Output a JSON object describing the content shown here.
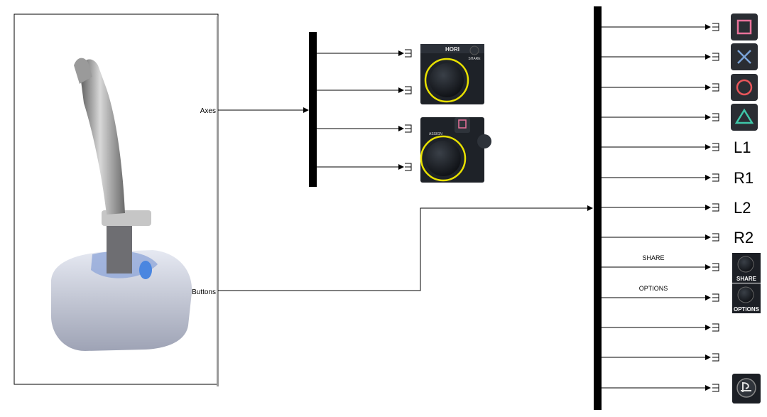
{
  "joystick_block": {
    "ports": [
      "Axes",
      "Buttons"
    ]
  },
  "axes_demux": {
    "outputs": [
      {
        "icon": "right-stick-image-icon"
      },
      {
        "icon": "right-stick-image-icon"
      },
      {
        "icon": "left-stick-image-icon"
      },
      {
        "icon": "left-stick-image-icon"
      }
    ],
    "image_text": {
      "top_brand": "HORI",
      "top_share": "SHARE",
      "bottom_assign": "ASSIGN"
    }
  },
  "buttons_demux": {
    "outputs": [
      {
        "display": "square-icon",
        "signal_label": "",
        "text": ""
      },
      {
        "display": "cross-icon",
        "signal_label": "",
        "text": ""
      },
      {
        "display": "circle-icon",
        "signal_label": "",
        "text": ""
      },
      {
        "display": "triangle-icon",
        "signal_label": "",
        "text": ""
      },
      {
        "display": "text",
        "signal_label": "",
        "text": "L1"
      },
      {
        "display": "text",
        "signal_label": "",
        "text": "R1"
      },
      {
        "display": "text",
        "signal_label": "",
        "text": "L2"
      },
      {
        "display": "text",
        "signal_label": "",
        "text": "R2"
      },
      {
        "display": "share-button-icon",
        "signal_label": "SHARE",
        "text": "SHARE"
      },
      {
        "display": "options-button-icon",
        "signal_label": "OPTIONS",
        "text": "OPTIONS"
      },
      {
        "display": "none",
        "signal_label": "",
        "text": ""
      },
      {
        "display": "none",
        "signal_label": "",
        "text": ""
      },
      {
        "display": "ps-button-icon",
        "signal_label": "",
        "text": ""
      }
    ]
  },
  "colors": {
    "square": "#e8719a",
    "cross": "#7aa4d8",
    "circle": "#e8555a",
    "triangle": "#3fc6a8",
    "stick_ring": "#e8e000",
    "button_bg": "#2a2d33"
  }
}
